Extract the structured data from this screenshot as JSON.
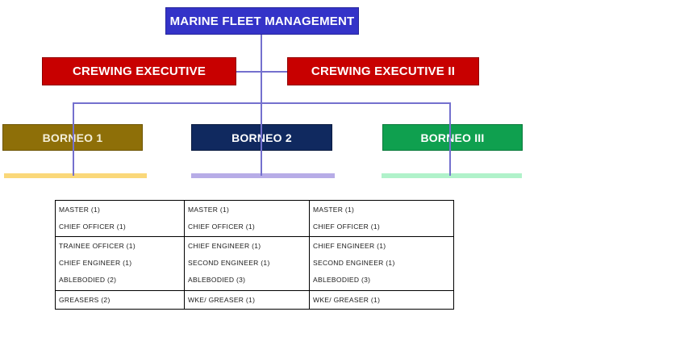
{
  "colors": {
    "connector": "#7470CE",
    "root_bg": "#3433C8",
    "root_border": "#26269A",
    "root_text": "#FFFFFF",
    "exec_bg": "#C80000",
    "exec_border": "#8F0000",
    "exec_text": "#FFFFFF"
  },
  "org_chart": {
    "root": {
      "label": "MARINE FLEET MANAGEMENT"
    },
    "executives": [
      {
        "label": "CREWING EXECUTIVE"
      },
      {
        "label": "CREWING EXECUTIVE II"
      }
    ],
    "vessels": [
      {
        "label": "BORNEO 1",
        "box_color": "#8E6F08",
        "border_color": "#6E5606",
        "text_color": "#F4EFD8",
        "bar_color": "#FAD87A"
      },
      {
        "label": "BORNEO 2",
        "box_color": "#10295F",
        "border_color": "#0A1B40",
        "text_color": "#FFFFFF",
        "bar_color": "#B7ACE7"
      },
      {
        "label": "BORNEO III",
        "box_color": "#0FA04F",
        "border_color": "#0B7A3C",
        "text_color": "#FFFFFF",
        "bar_color": "#B0F2CA"
      }
    ]
  },
  "crew_table": {
    "columns": [
      {
        "vessel": "BORNEO 1",
        "rows": [
          [
            "MASTER (1)",
            "CHIEF OFFICER (1)"
          ],
          [
            "TRAINEE OFFICER (1)",
            "CHIEF ENGINEER (1)",
            "ABLEBODIED (2)"
          ],
          [
            "GREASERS (2)"
          ]
        ]
      },
      {
        "vessel": "BORNEO 2",
        "rows": [
          [
            "MASTER (1)",
            "CHIEF OFFICER (1)"
          ],
          [
            "CHIEF ENGINEER (1)",
            "SECOND ENGINEER (1)",
            "ABLEBODIED (3)"
          ],
          [
            "WKE/ GREASER (1)"
          ]
        ]
      },
      {
        "vessel": "BORNEO III",
        "rows": [
          [
            "MASTER (1)",
            "CHIEF OFFICER (1)"
          ],
          [
            "CHIEF ENGINEER (1)",
            "SECOND ENGINEER (1)",
            "ABLEBODIED (3)"
          ],
          [
            "WKE/ GREASER (1)"
          ]
        ]
      }
    ]
  }
}
